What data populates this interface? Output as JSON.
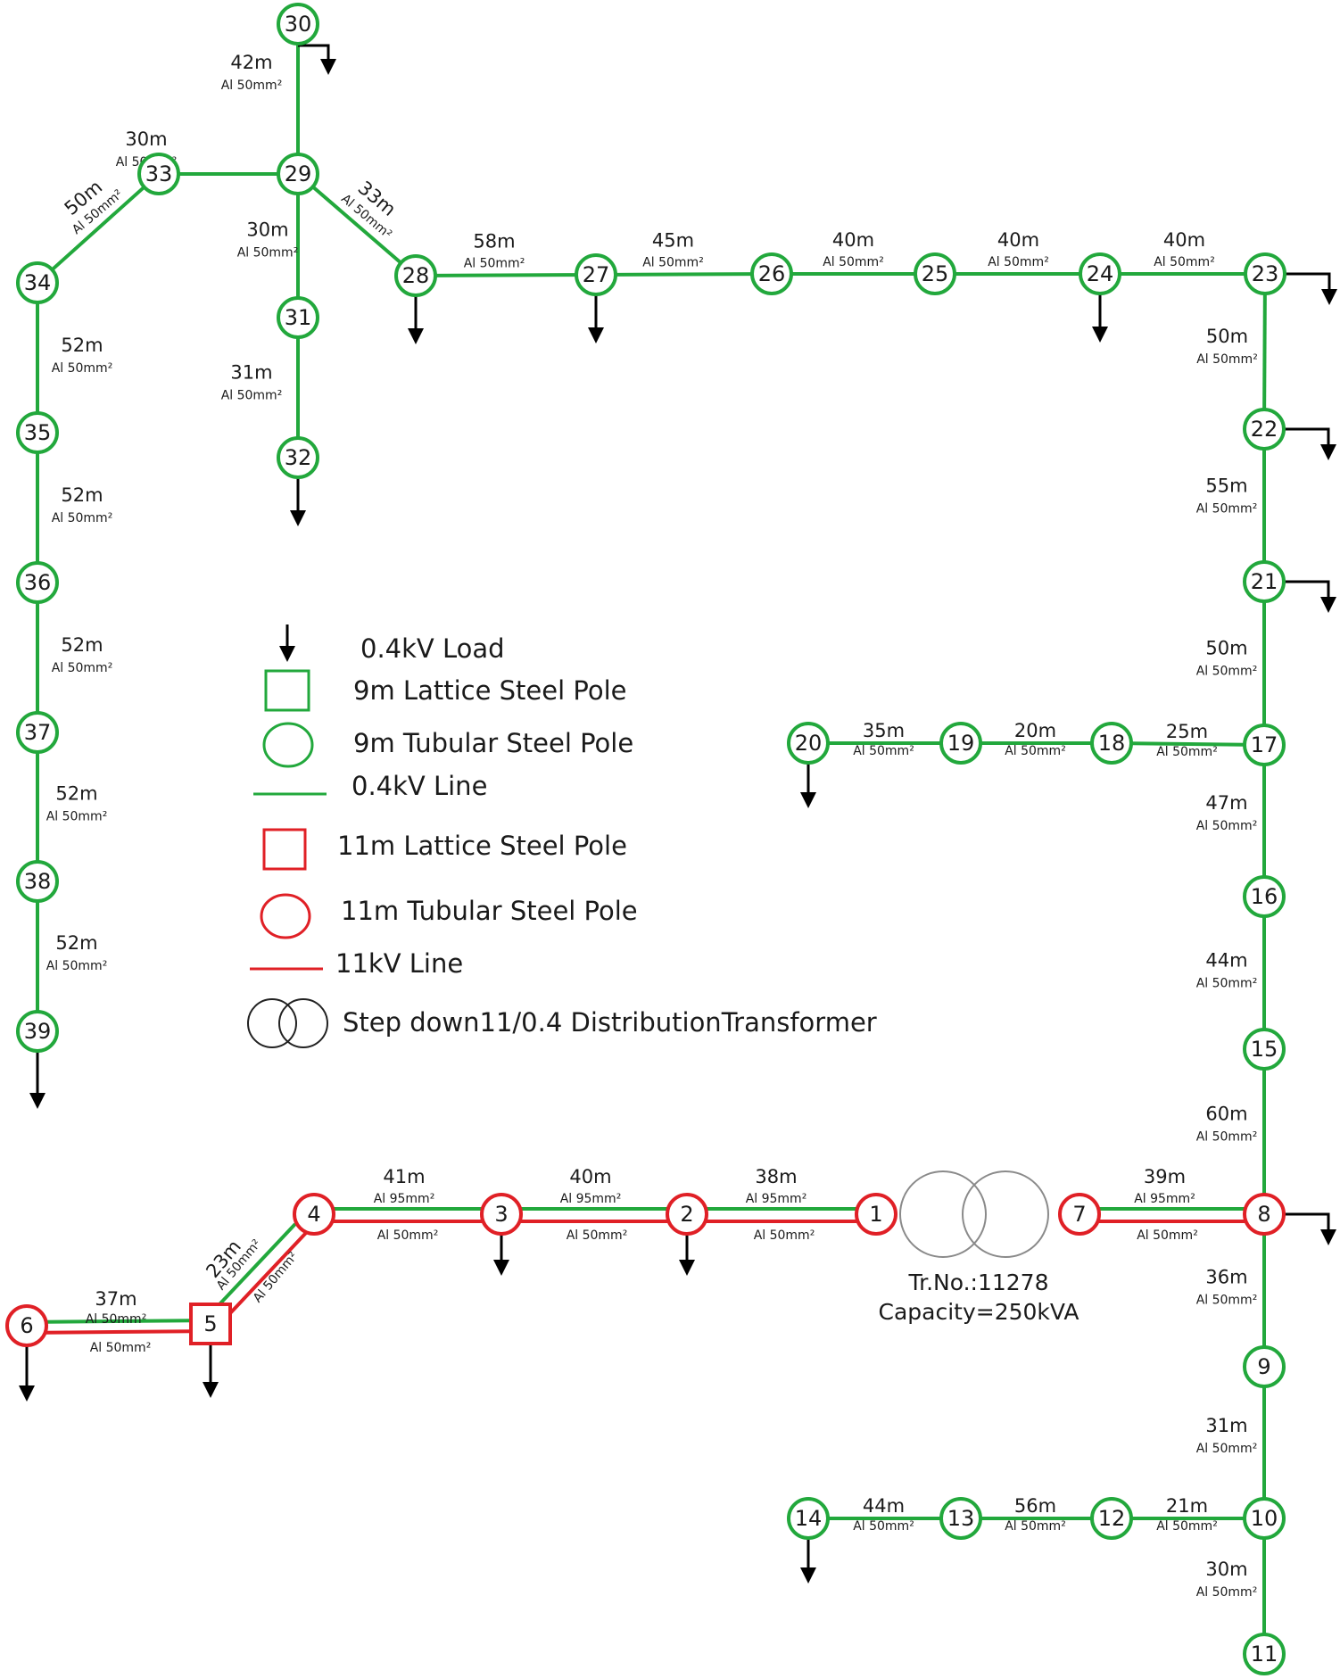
{
  "colors": {
    "lv": "#22a83c",
    "hv": "#e02026",
    "transformer": "#8a8a8a",
    "load": "#000000"
  },
  "legend": {
    "load": "0.4kV Load",
    "lattice_9m": "9m Lattice Steel Pole",
    "tubular_9m": "9m Tubular  Steel Pole",
    "line_04kv": "0.4kV Line",
    "lattice_11m": "11m Lattice Steel Pole",
    "tubular_11m": "11m Tubular  Steel Pole",
    "line_11kv": "11kV Line",
    "transformer": "Step down11/0.4 DistributionTransformer"
  },
  "transformer": {
    "number": "Tr.No.:11278",
    "capacity": "Capacity=250kVA"
  },
  "poles": [
    {
      "id": "1",
      "kind": "hv-tubular"
    },
    {
      "id": "2",
      "kind": "hv-tubular"
    },
    {
      "id": "3",
      "kind": "hv-tubular"
    },
    {
      "id": "4",
      "kind": "hv-tubular"
    },
    {
      "id": "5",
      "kind": "hv-lattice"
    },
    {
      "id": "6",
      "kind": "hv-tubular"
    },
    {
      "id": "7",
      "kind": "hv-tubular"
    },
    {
      "id": "8",
      "kind": "hv-tubular"
    },
    {
      "id": "9",
      "kind": "lv-tubular"
    },
    {
      "id": "10",
      "kind": "lv-tubular"
    },
    {
      "id": "11",
      "kind": "lv-tubular"
    },
    {
      "id": "12",
      "kind": "lv-tubular"
    },
    {
      "id": "13",
      "kind": "lv-tubular"
    },
    {
      "id": "14",
      "kind": "lv-tubular"
    },
    {
      "id": "15",
      "kind": "lv-tubular"
    },
    {
      "id": "16",
      "kind": "lv-tubular"
    },
    {
      "id": "17",
      "kind": "lv-tubular"
    },
    {
      "id": "18",
      "kind": "lv-tubular"
    },
    {
      "id": "19",
      "kind": "lv-tubular"
    },
    {
      "id": "20",
      "kind": "lv-tubular"
    },
    {
      "id": "21",
      "kind": "lv-tubular"
    },
    {
      "id": "22",
      "kind": "lv-tubular"
    },
    {
      "id": "23",
      "kind": "lv-tubular"
    },
    {
      "id": "24",
      "kind": "lv-tubular"
    },
    {
      "id": "25",
      "kind": "lv-tubular"
    },
    {
      "id": "26",
      "kind": "lv-tubular"
    },
    {
      "id": "27",
      "kind": "lv-tubular"
    },
    {
      "id": "28",
      "kind": "lv-tubular"
    },
    {
      "id": "29",
      "kind": "lv-tubular"
    },
    {
      "id": "30",
      "kind": "lv-tubular"
    },
    {
      "id": "31",
      "kind": "lv-tubular"
    },
    {
      "id": "32",
      "kind": "lv-tubular"
    },
    {
      "id": "33",
      "kind": "lv-tubular"
    },
    {
      "id": "34",
      "kind": "lv-tubular"
    },
    {
      "id": "35",
      "kind": "lv-tubular"
    },
    {
      "id": "36",
      "kind": "lv-tubular"
    },
    {
      "id": "37",
      "kind": "lv-tubular"
    },
    {
      "id": "38",
      "kind": "lv-tubular"
    },
    {
      "id": "39",
      "kind": "lv-tubular"
    }
  ],
  "lv_spans": [
    {
      "from": "30",
      "to": "29",
      "length": "42m",
      "conductor": "Al 50mm²"
    },
    {
      "from": "33",
      "to": "29",
      "length": "30m",
      "conductor": "Al 50mm²"
    },
    {
      "from": "34",
      "to": "33",
      "length": "50m",
      "conductor": "Al 50mm²"
    },
    {
      "from": "29",
      "to": "28",
      "length": "33m",
      "conductor": "Al 50mm²"
    },
    {
      "from": "29",
      "to": "31",
      "length": "30m",
      "conductor": "Al 50mm²"
    },
    {
      "from": "31",
      "to": "32",
      "length": "31m",
      "conductor": "Al 50mm²"
    },
    {
      "from": "28",
      "to": "27",
      "length": "58m",
      "conductor": "Al 50mm²"
    },
    {
      "from": "27",
      "to": "26",
      "length": "45m",
      "conductor": "Al 50mm²"
    },
    {
      "from": "26",
      "to": "25",
      "length": "40m",
      "conductor": "Al 50mm²"
    },
    {
      "from": "25",
      "to": "24",
      "length": "40m",
      "conductor": "Al 50mm²"
    },
    {
      "from": "24",
      "to": "23",
      "length": "40m",
      "conductor": "Al 50mm²"
    },
    {
      "from": "23",
      "to": "22",
      "length": "50m",
      "conductor": "Al 50mm²"
    },
    {
      "from": "22",
      "to": "21",
      "length": "55m",
      "conductor": "Al 50mm²"
    },
    {
      "from": "21",
      "to": "17",
      "length": "50m",
      "conductor": "Al 50mm²"
    },
    {
      "from": "20",
      "to": "19",
      "length": "35m",
      "conductor": "Al 50mm²"
    },
    {
      "from": "19",
      "to": "18",
      "length": "20m",
      "conductor": "Al 50mm²"
    },
    {
      "from": "18",
      "to": "17",
      "length": "25m",
      "conductor": "Al 50mm²"
    },
    {
      "from": "17",
      "to": "16",
      "length": "47m",
      "conductor": "Al 50mm²"
    },
    {
      "from": "16",
      "to": "15",
      "length": "44m",
      "conductor": "Al 50mm²"
    },
    {
      "from": "15",
      "to": "8",
      "length": "60m",
      "conductor": "Al 50mm²"
    },
    {
      "from": "8",
      "to": "9",
      "length": "36m",
      "conductor": "Al 50mm²"
    },
    {
      "from": "9",
      "to": "10",
      "length": "31m",
      "conductor": "Al 50mm²"
    },
    {
      "from": "14",
      "to": "13",
      "length": "44m",
      "conductor": "Al 50mm²"
    },
    {
      "from": "13",
      "to": "12",
      "length": "56m",
      "conductor": "Al 50mm²"
    },
    {
      "from": "12",
      "to": "10",
      "length": "21m",
      "conductor": "Al 50mm²"
    },
    {
      "from": "10",
      "to": "11",
      "length": "30m",
      "conductor": "Al 50mm²"
    },
    {
      "from": "34",
      "to": "35",
      "length": "52m",
      "conductor": "Al 50mm²"
    },
    {
      "from": "35",
      "to": "36",
      "length": "52m",
      "conductor": "Al 50mm²"
    },
    {
      "from": "36",
      "to": "37",
      "length": "52m",
      "conductor": "Al 50mm²"
    },
    {
      "from": "37",
      "to": "38",
      "length": "52m",
      "conductor": "Al 50mm²"
    },
    {
      "from": "38",
      "to": "39",
      "length": "52m",
      "conductor": "Al 50mm²"
    },
    {
      "from": "6",
      "to": "5",
      "length": "37m",
      "conductor": "Al 50mm²"
    },
    {
      "from": "5",
      "to": "4",
      "length": "23m",
      "conductor": "Al 50mm²"
    },
    {
      "from": "4",
      "to": "3",
      "length": "41m",
      "conductor": "Al 95mm²"
    },
    {
      "from": "3",
      "to": "2",
      "length": "40m",
      "conductor": "Al 95mm²"
    },
    {
      "from": "2",
      "to": "1",
      "length": "38m",
      "conductor": "Al 95mm²"
    },
    {
      "from": "7",
      "to": "8",
      "length": "39m",
      "conductor": "Al 95mm²"
    }
  ],
  "hv_spans": [
    {
      "from": "6",
      "to": "5",
      "conductor": "Al 50mm²"
    },
    {
      "from": "5",
      "to": "4",
      "conductor": "Al 50mm²"
    },
    {
      "from": "4",
      "to": "3",
      "conductor": "Al 50mm²"
    },
    {
      "from": "3",
      "to": "2",
      "conductor": "Al 50mm²"
    },
    {
      "from": "2",
      "to": "1",
      "conductor": "Al 50mm²"
    },
    {
      "from": "7",
      "to": "8",
      "conductor": "Al 50mm²"
    }
  ],
  "loads": [
    "30",
    "28",
    "27",
    "24",
    "23",
    "22",
    "21",
    "32",
    "20",
    "39",
    "8",
    "3",
    "2",
    "6",
    "5",
    "14"
  ]
}
